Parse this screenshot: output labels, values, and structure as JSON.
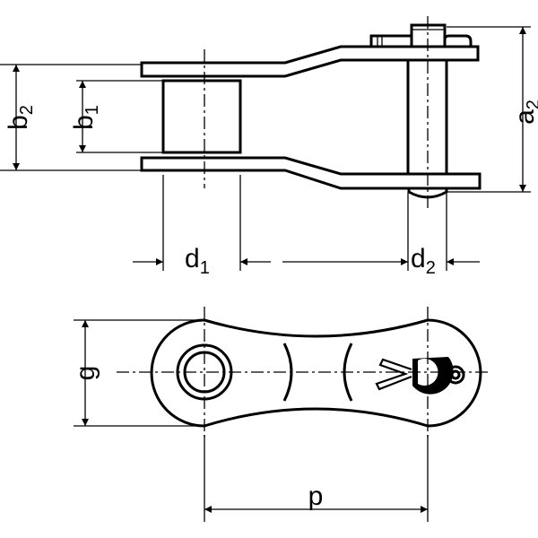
{
  "title": "Offset chain link with cotter pin",
  "labels": {
    "b2": {
      "main": "b",
      "sub": "2"
    },
    "b1": {
      "main": "b",
      "sub": "1"
    },
    "a2": {
      "main": "a",
      "sub": "2"
    },
    "d1": {
      "main": "d",
      "sub": "1"
    },
    "d2": {
      "main": "d",
      "sub": "2"
    },
    "g": {
      "main": "g"
    },
    "p": {
      "main": "p"
    }
  },
  "colors": {
    "line": "#000000",
    "background": "#ffffff"
  }
}
